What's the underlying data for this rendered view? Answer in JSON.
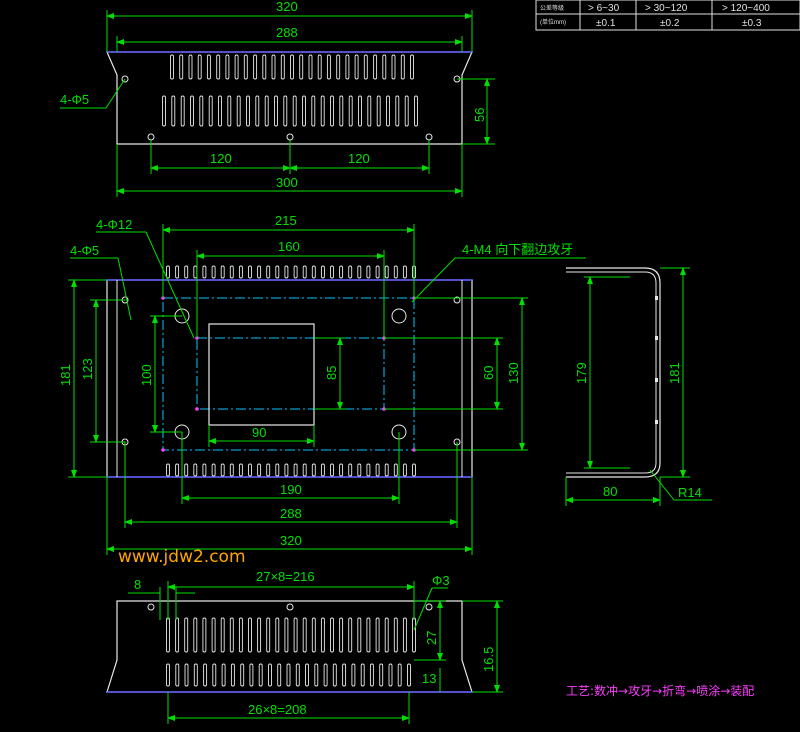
{
  "tolerance_table": {
    "col1_header": "公差等级",
    "col1_sub": "(单位mm)",
    "ranges": [
      "> 6~30",
      "> 30~120",
      "> 120~400"
    ],
    "tolerances": [
      "±0.1",
      "±0.2",
      "±0.3"
    ]
  },
  "top_view": {
    "dims": {
      "overall_top": "320",
      "inner_top": "288",
      "height": "56",
      "hole_spacing_left": "120",
      "hole_spacing_right": "120",
      "overall_bottom": "300"
    },
    "hole_label": "4-Φ5"
  },
  "front_view": {
    "dims": {
      "width_215": "215",
      "width_160": "160",
      "height_181": "181",
      "height_123": "123",
      "height_100": "100",
      "height_85": "85",
      "height_60": "60",
      "height_130": "130",
      "window_90": "90",
      "width_190": "190",
      "width_288": "288",
      "width_320": "320"
    },
    "labels": {
      "holes_12": "4-Φ12",
      "holes_5": "4-Φ5",
      "thread": "4-M4 向下翻边攻牙"
    }
  },
  "side_view": {
    "dims": {
      "height_179": "179",
      "height_181": "181",
      "width_80": "80",
      "radius": "R14"
    }
  },
  "bottom_view": {
    "dims": {
      "pitch_8": "8",
      "slot_top": "27×8=216",
      "hole": "Φ3",
      "h27": "27",
      "h16_5": "16.5",
      "h13": "13",
      "slot_bottom": "26×8=208"
    }
  },
  "watermark": "www.jdw2.com",
  "process": "工艺:数冲→攻牙→折弯→喷涂→装配"
}
